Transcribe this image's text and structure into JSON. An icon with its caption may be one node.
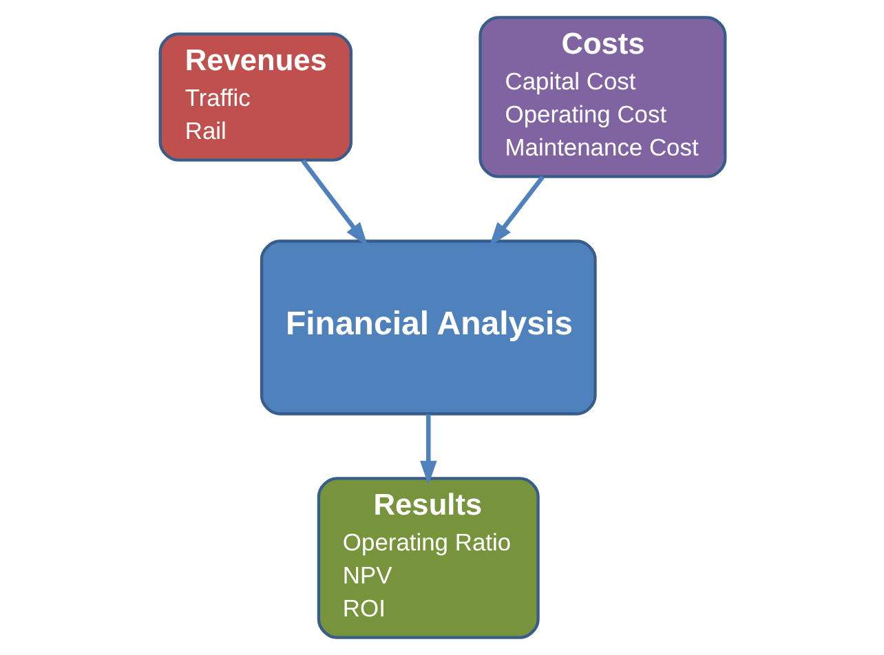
{
  "diagram": {
    "nodes": [
      {
        "text": [
          "Revenues",
          "Traffic",
          "Rail"
        ]
      },
      {
        "text": [
          "Costs",
          "Capital Cost",
          "Operating Cost",
          "Maintenance Cost"
        ]
      },
      {
        "text": [
          "Financial Analysis"
        ]
      },
      {
        "text": [
          "Results",
          "Operating Ratio",
          "NPV",
          "ROI"
        ]
      }
    ],
    "edges": [
      {
        "from": 0,
        "to": 2,
        "arrow": "to"
      },
      {
        "from": 1,
        "to": 2,
        "arrow": "to"
      },
      {
        "from": 2,
        "to": 3,
        "arrow": "to"
      }
    ]
  }
}
